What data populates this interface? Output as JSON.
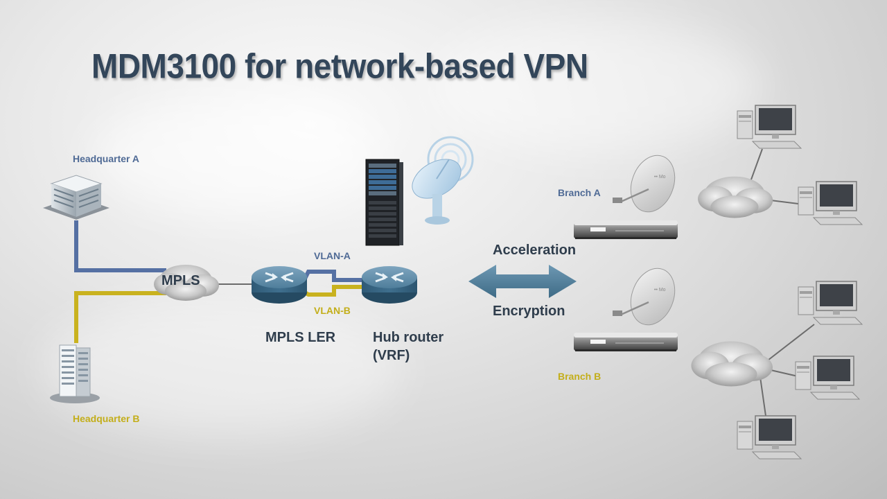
{
  "title": "MDM3100 for network-based VPN",
  "colors": {
    "blue_link": "#5570a3",
    "gold_link": "#c9b21f",
    "router": "#4d7d9a",
    "arrow": "#4f7c97",
    "text_dark": "#2f3d4c"
  },
  "labels": {
    "headquarter_a": "Headquarter A",
    "headquarter_b": "Headquarter B",
    "mpls": "MPLS",
    "vlan_a": "VLAN-A",
    "vlan_b": "VLAN-B",
    "mpls_ler": "MPLS LER",
    "hub_router_line1": "Hub router",
    "hub_router_line2": "(VRF)",
    "acceleration": "Acceleration",
    "encryption": "Encryption",
    "branch_a": "Branch A",
    "branch_b": "Branch B"
  },
  "icons": [
    "office-building-icon",
    "office-tower-icon",
    "cloud-icon",
    "router-icon",
    "server-rack-icon",
    "satellite-dish-icon",
    "double-arrow-icon",
    "modem-icon",
    "desktop-computer-icon"
  ]
}
